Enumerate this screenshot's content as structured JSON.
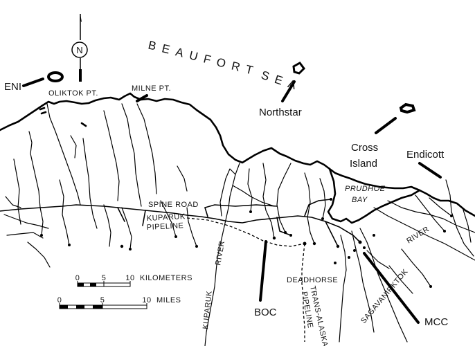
{
  "labels": {
    "sea_line1": "BEAUFORT",
    "sea_line2": "SEA",
    "oliktok": "OLIKTOK PT.",
    "milne": "MILNE PT.",
    "spine_road": "SPINE   ROAD",
    "kuparuk_pipeline_1": "KUPARUK",
    "kuparuk_pipeline_2": "PIPELINE",
    "kuparuk_river_w": "KUPARUK",
    "kuparuk_river_e": "RIVER",
    "kuparuk_river_e2": "RIVER",
    "prudhoe_1": "PRUDHOE",
    "prudhoe_2": "BAY",
    "deadhorse": "DEADHORSE",
    "trans_alaska_1": "TRANS-ALASKA",
    "trans_alaska_2": "PIPELINE",
    "sagavanirktok": "SAGAVANIRKTOK",
    "north": "N"
  },
  "annotations": {
    "eni": "ENI",
    "northstar": "Northstar",
    "cross_1": "Cross",
    "cross_2": "Island",
    "endicott": "Endicott",
    "boc": "BOC",
    "mcc": "MCC"
  },
  "scale_bars": {
    "km": {
      "ticks": [
        "0",
        "5",
        "10"
      ],
      "unit": "KILOMETERS"
    },
    "mi": {
      "ticks": [
        "0",
        "5",
        "10"
      ],
      "unit": "MILES"
    }
  },
  "colors": {
    "ink": "#000000",
    "paper": "#ffffff"
  }
}
